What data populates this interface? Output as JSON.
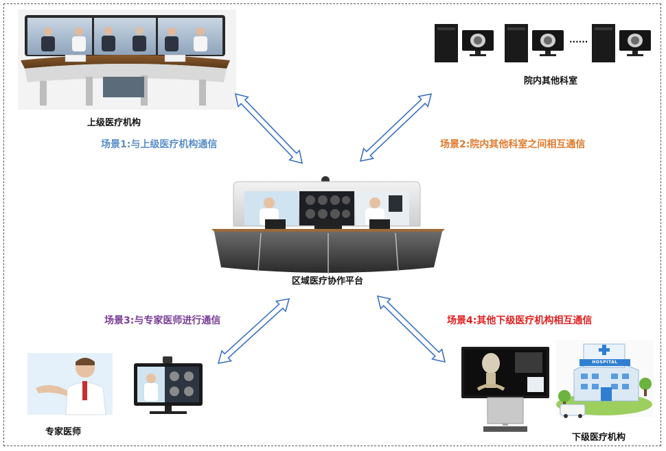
{
  "labels": {
    "upper_institution": "上级医疗机构",
    "other_departments": "院内其他科室",
    "platform": "区域医疗协作平台",
    "expert_doctor": "专家医师",
    "lower_institution": "下级医疗机构",
    "ellipsis": "......"
  },
  "scenarios": [
    {
      "text": "场景1:与上级医疗机构通信",
      "color": "#5b8fc9"
    },
    {
      "text": "场景2:院内其他科室之间相互通信",
      "color": "#e07a2c"
    },
    {
      "text": "场景3:与专家医师进行通信",
      "color": "#7a3d98"
    },
    {
      "text": "场景4:其他下级医疗机构相互通信",
      "color": "#e02020"
    }
  ],
  "arrow_color": "#3a6fc4",
  "hospital_sign": "HOSPITAL"
}
